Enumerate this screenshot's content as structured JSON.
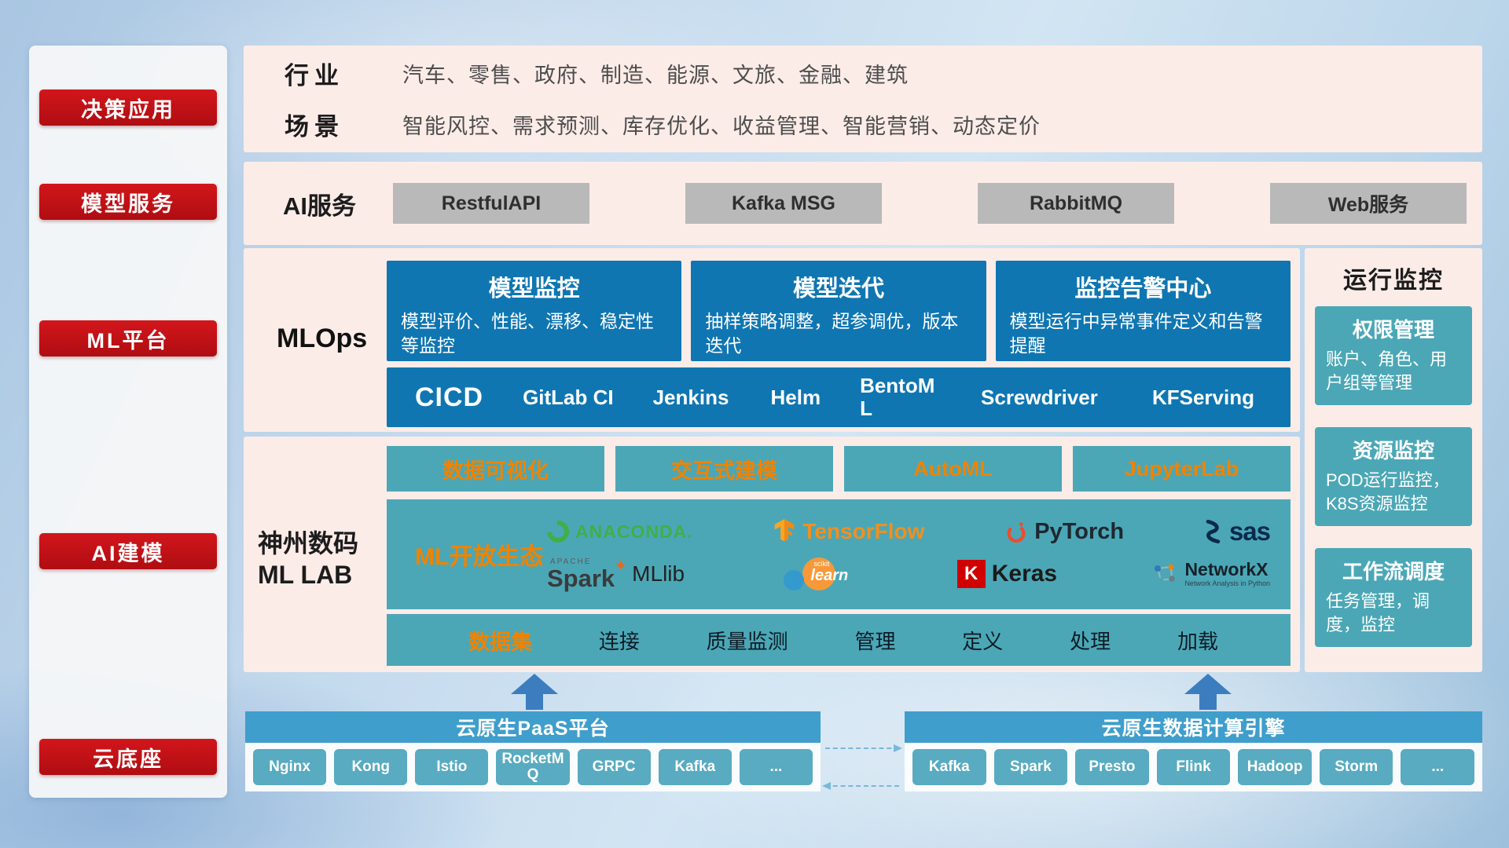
{
  "colors": {
    "red_accent": "#c01015",
    "mlops_blue": "#0f76b2",
    "teal": "#4ba7b6",
    "orange_accent": "#f08300",
    "panel_pink": "#fcece8",
    "foundation_blue": "#3f9ecb",
    "chip_teal": "#58abc1"
  },
  "sidebar": {
    "items": [
      {
        "label": "决策应用"
      },
      {
        "label": "模型服务"
      },
      {
        "label": "ML平台"
      },
      {
        "label": "AI建模"
      },
      {
        "label": "云底座"
      }
    ]
  },
  "industry": {
    "rows": [
      {
        "label": "行业",
        "value": "汽车、零售、政府、制造、能源、文旅、金融、建筑"
      },
      {
        "label": "场景",
        "value": "智能风控、需求预测、库存优化、收益管理、智能营销、动态定价"
      }
    ]
  },
  "ai_service": {
    "label": "AI服务",
    "buttons": [
      {
        "label": "RestfulAPI"
      },
      {
        "label": "Kafka MSG"
      },
      {
        "label": "RabbitMQ"
      },
      {
        "label": "Web服务"
      }
    ]
  },
  "mlops": {
    "label": "MLOps",
    "cards": [
      {
        "title": "模型监控",
        "desc": "模型评价、性能、漂移、稳定性等监控"
      },
      {
        "title": "模型迭代",
        "desc": "抽样策略调整，超参调优，版本迭代"
      },
      {
        "title": "监控告警中心",
        "desc": "模型运行中异常事件定义和告警提醒"
      }
    ],
    "cicd": {
      "label": "CICD",
      "items": [
        {
          "label": "GitLab CI"
        },
        {
          "label": "Jenkins"
        },
        {
          "label": "Helm"
        },
        {
          "label": "BentoML"
        },
        {
          "label": "Screwdriver"
        },
        {
          "label": "KFServing"
        }
      ]
    }
  },
  "mllab": {
    "label_line1": "神州数码",
    "label_line2": "ML LAB",
    "tools": [
      {
        "label": "数据可视化"
      },
      {
        "label": "交互式建模"
      },
      {
        "label": "AutoML"
      },
      {
        "label": "JupyterLab"
      }
    ],
    "ecosystem": {
      "label": "ML开放生态",
      "anaconda_text": "ANACONDA.",
      "tensorflow_text": "TensorFlow",
      "pytorch_text": "PyTorch",
      "sas_text": "sas",
      "spark_apache": "APACHE",
      "spark_word": "Spark",
      "spark_star": "✦",
      "spark_lib": "MLlib",
      "sklearn_small": "scikit",
      "sklearn_word": "learn",
      "keras_k": "K",
      "keras_text": "Keras",
      "networkx_text": "NetworkX",
      "networkx_sub": "Network Analysis in Python"
    },
    "dataset": {
      "label": "数据集",
      "items": [
        {
          "label": "连接"
        },
        {
          "label": "质量监测"
        },
        {
          "label": "管理"
        },
        {
          "label": "定义"
        },
        {
          "label": "处理"
        },
        {
          "label": "加载"
        }
      ]
    }
  },
  "monitoring": {
    "title": "运行监控",
    "cards": [
      {
        "title": "权限管理",
        "desc": "账户、角色、用户组等管理"
      },
      {
        "title": "资源监控",
        "desc": "POD运行监控，K8S资源监控"
      },
      {
        "title": "工作流调度",
        "desc": "任务管理，调度，监控"
      }
    ]
  },
  "foundation": {
    "paas": {
      "title": "云原生PaaS平台",
      "chips": [
        {
          "label": "Nginx"
        },
        {
          "label": "Kong"
        },
        {
          "label": "Istio"
        },
        {
          "label": "RocketMQ"
        },
        {
          "label": "GRPC"
        },
        {
          "label": "Kafka"
        },
        {
          "label": "..."
        }
      ]
    },
    "compute": {
      "title": "云原生数据计算引擎",
      "chips": [
        {
          "label": "Kafka"
        },
        {
          "label": "Spark"
        },
        {
          "label": "Presto"
        },
        {
          "label": "Flink"
        },
        {
          "label": "Hadoop"
        },
        {
          "label": "Storm"
        },
        {
          "label": "..."
        }
      ]
    }
  }
}
